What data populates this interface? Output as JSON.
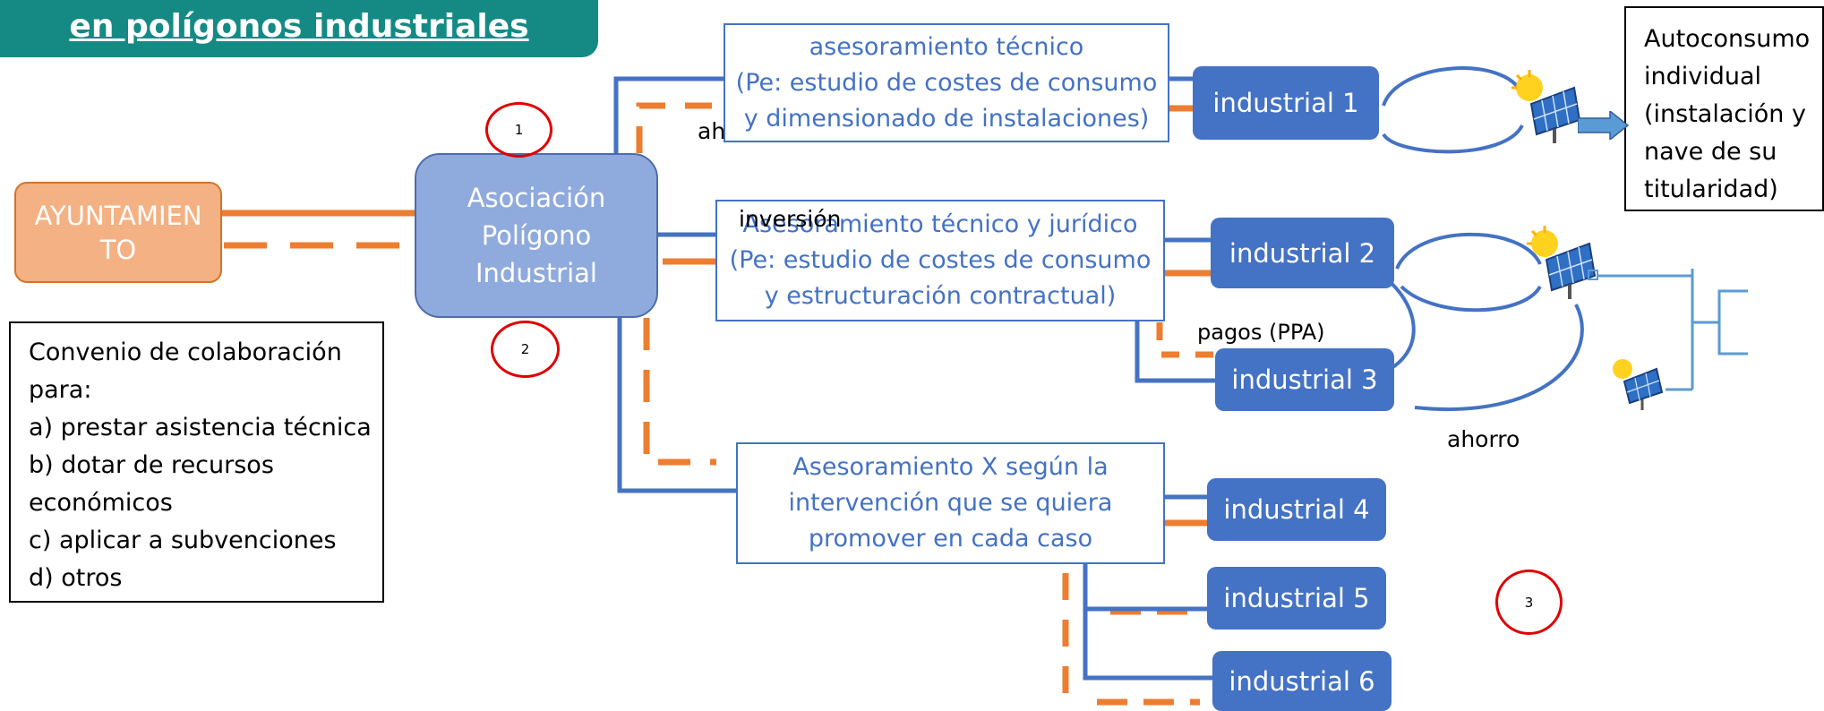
{
  "banner": {
    "title": "en polígonos industriales"
  },
  "ayuntamiento": {
    "line1": "AYUNTAMIEN",
    "line2": "TO"
  },
  "asociacion": {
    "line1": "Asociación",
    "line2": "Polígono",
    "line3": "Industrial"
  },
  "convenio": {
    "lines": [
      "Convenio de colaboración",
      "para:",
      "a) prestar asistencia técnica",
      "b) dotar de recursos",
      "económicos",
      "c) aplicar a subvenciones",
      "d) otros"
    ]
  },
  "asesoramiento": [
    {
      "line1": "asesoramiento técnico",
      "line2": "(Pe: estudio de costes de consumo",
      "line3": "y dimensionado de instalaciones)"
    },
    {
      "line1": "Asesoramiento técnico y jurídico",
      "line2": "(Pe: estudio de costes de consumo",
      "line3": "y estructuración contractual)"
    },
    {
      "line1": "Asesoramiento X según la",
      "line2": "intervención que se quiera",
      "line3": "promover en cada caso"
    }
  ],
  "industriales": [
    "industrial 1",
    "industrial 2",
    "industrial 3",
    "industrial 4",
    "industrial 5",
    "industrial 6"
  ],
  "autoconsumo": {
    "lines": [
      "Autoconsumo",
      "individual",
      "(instalación y",
      "nave de su",
      "titularidad)"
    ]
  },
  "labels": {
    "ahorro_partial": "ah",
    "inversion": "inversión",
    "pagos": "pagos (PPA)",
    "ahorro": "ahorro"
  },
  "numbers": [
    "1",
    "2",
    "3"
  ],
  "icons": [
    "solar-panel-icon",
    "solar-panel-icon",
    "solar-panel-icon",
    "power-grid-icon",
    "right-arrow-icon"
  ],
  "colors": {
    "banner": "#158a84",
    "blue": "#4472c4",
    "orange": "#ed7d31",
    "asoc": "#8faadc",
    "ayto": "#f4b183",
    "circle": "#e00000"
  }
}
